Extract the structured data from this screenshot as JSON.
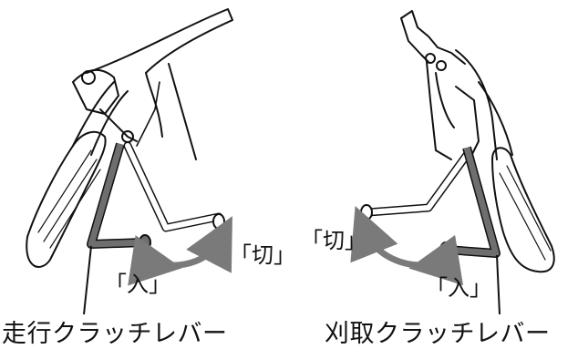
{
  "left_figure": {
    "on_label": "「入」",
    "off_label": "「切」",
    "caption": "走行クラッチレバー"
  },
  "right_figure": {
    "on_label": "「入」",
    "off_label": "「切」",
    "caption": "刈取クラッチレバー"
  },
  "colors": {
    "lever_highlight": "#6e6e6e",
    "arrow": "#7a7a7a",
    "line": "#111111"
  }
}
